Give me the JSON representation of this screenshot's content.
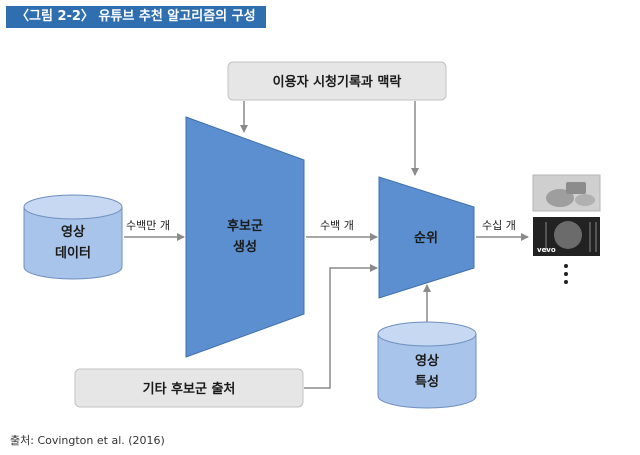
{
  "title": "〈그림 2-2〉 유튜브 추천 알고리즘의 구성",
  "source": "출처: Covington et al. (2016)",
  "nodes": {
    "video_data": [
      "영상",
      "데이터"
    ],
    "candidate_generation": [
      "후보군",
      "생성"
    ],
    "ranking": "순위",
    "video_features": [
      "영상",
      "특성"
    ],
    "user_history": "이용자 시청기록과 맥락",
    "other_candidates": "기타 후보군 출처"
  },
  "edges": {
    "millions": "수백만 개",
    "hundreds": "수백 개",
    "dozens": "수십 개"
  },
  "thumbnail_text": "vevo",
  "colors": {
    "title_bg": "#2f6fb0",
    "funnel_fill": "#5b8fd0",
    "cylinder_fill": "#a9c4ea",
    "box_fill": "#e6e6e6",
    "arrow": "#8a8a8a"
  }
}
